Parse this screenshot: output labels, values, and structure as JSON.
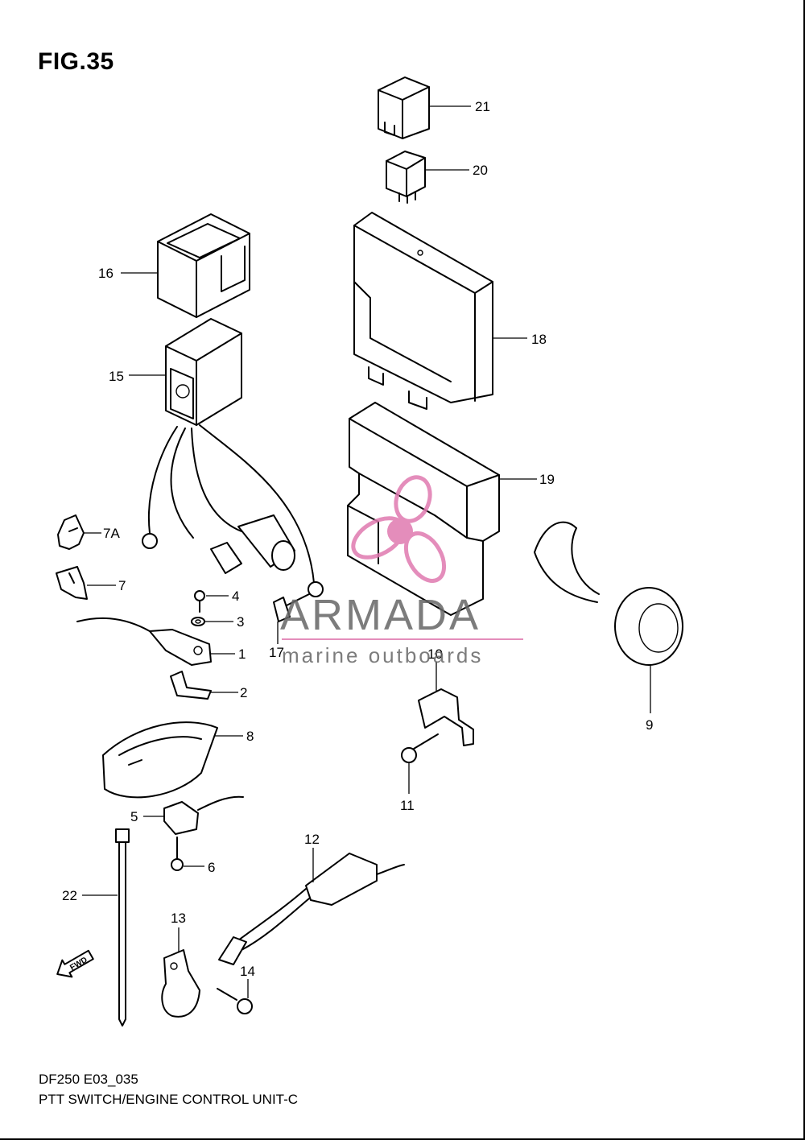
{
  "figure": {
    "title": "FIG.35",
    "code": "DF250 E03_035",
    "name": "PTT SWITCH/ENGINE CONTROL UNIT-C"
  },
  "watermark": {
    "brand": "ARMADA",
    "tagline": "marine outboards",
    "accent_color": "#e07ab0"
  },
  "fwd_marker": "FWD",
  "callouts": [
    "21",
    "20",
    "16",
    "18",
    "15",
    "19",
    "7A",
    "7",
    "4",
    "3",
    "1",
    "2",
    "17",
    "10",
    "9",
    "8",
    "11",
    "5",
    "6",
    "12",
    "22",
    "13",
    "14"
  ]
}
